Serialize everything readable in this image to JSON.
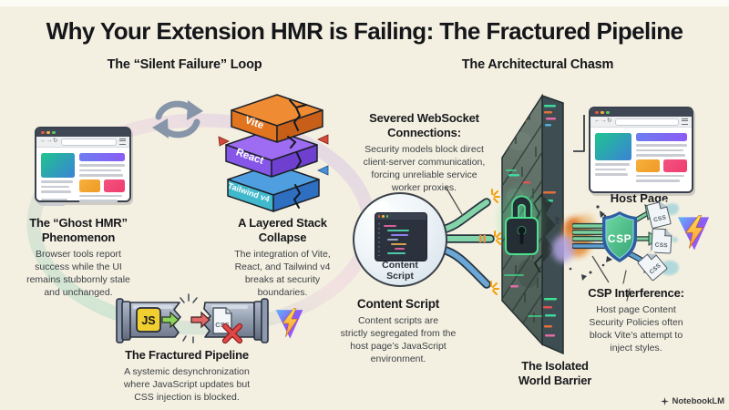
{
  "title": "Why Your Extension HMR is Failing: The Fractured Pipeline",
  "left": {
    "heading": "The “Silent Failure” Loop",
    "ghost": {
      "title": [
        "The “Ghost HMR”",
        "Phenomenon"
      ],
      "body": [
        "Browser tools report",
        "success while the UI",
        "remains stubbornly stale",
        "and unchanged."
      ]
    },
    "stack": {
      "title": [
        "A Layered Stack",
        "Collapse"
      ],
      "body": [
        "The integration of Vite,",
        "React, and Tailwind v4",
        "breaks at security",
        "boundaries."
      ],
      "layers": [
        "Vite",
        "React",
        "Tailwind v4"
      ]
    },
    "pipeline": {
      "title": "The Fractured Pipeline",
      "body": [
        "A systemic desynchronization",
        "where JavaScript updates but",
        "CSS injection is blocked."
      ],
      "js_label": "JS",
      "css_label": "CSS"
    }
  },
  "right": {
    "heading": "The Architectural Chasm",
    "websocket": {
      "title": [
        "Severed WebSocket",
        "Connections:"
      ],
      "body": [
        "Security models block direct",
        "client-server communication,",
        "forcing unreliable service",
        "worker proxies."
      ]
    },
    "content_script": {
      "bubble_label": [
        "Content",
        "Script"
      ],
      "title": "Content Script",
      "body": [
        "Content scripts are",
        "strictly segregated from the",
        "host page’s JavaScript",
        "environment."
      ]
    },
    "host_page": {
      "label": "Host Page"
    },
    "csp": {
      "shield_label": "CSP",
      "title": "CSP Interference:",
      "body": [
        "Host page Content",
        "Security Policies often",
        "block Vite’s attempt to",
        "inject styles."
      ],
      "doc_labels": [
        "CSS",
        "CSS",
        "CSS"
      ]
    },
    "barrier": {
      "label": [
        "The Isolated",
        "World Barrier"
      ]
    }
  },
  "watermark": "NotebookLM",
  "colors": {
    "background": "#f4f0e1",
    "title_text": "#15161a",
    "body_text": "#3d4046",
    "vite_orange": "#ef8b33",
    "react_purple": "#9d6cf2",
    "tailwind_blue": "#4f9fe0",
    "js_yellow": "#f2cf30",
    "error_red": "#d84040",
    "success_green": "#8ed45a",
    "lock_glow_green": "#4ce08f",
    "wall_slate": "#4e5f58",
    "shield_green": "#62d49e",
    "shield_border_blue": "#2d5f9e",
    "pipe_green": "#84d4aa",
    "pipe_blue": "#6aa6d6",
    "spark_orange": "#f59e0b"
  }
}
